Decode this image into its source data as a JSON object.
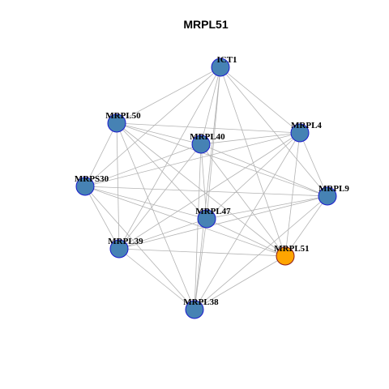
{
  "title": "MRPL51",
  "colors": {
    "node_fill": "#4682B4",
    "node_stroke": "#1a1acd",
    "highlight_fill": "#FFA500",
    "highlight_stroke": "#8B1A1A",
    "edge": "#b3b3b3"
  },
  "nodes": [
    {
      "id": "ICT1",
      "label": "ICT1",
      "highlight": false
    },
    {
      "id": "MRPL50",
      "label": "MRPL50",
      "highlight": false
    },
    {
      "id": "MRPL4",
      "label": "MRPL4",
      "highlight": false
    },
    {
      "id": "MRPL40",
      "label": "MRPL40",
      "highlight": false
    },
    {
      "id": "MRPS30",
      "label": "MRPS30",
      "highlight": false
    },
    {
      "id": "MRPL9",
      "label": "MRPL9",
      "highlight": false
    },
    {
      "id": "MRPL47",
      "label": "MRPL47",
      "highlight": false
    },
    {
      "id": "MRPL39",
      "label": "MRPL39",
      "highlight": false
    },
    {
      "id": "MRPL51",
      "label": "MRPL51",
      "highlight": true
    },
    {
      "id": "MRPL38",
      "label": "MRPL38",
      "highlight": false
    }
  ],
  "edges": [
    [
      "ICT1",
      "MRPL50"
    ],
    [
      "ICT1",
      "MRPL40"
    ],
    [
      "ICT1",
      "MRPS30"
    ],
    [
      "ICT1",
      "MRPL9"
    ],
    [
      "ICT1",
      "MRPL47"
    ],
    [
      "ICT1",
      "MRPL39"
    ],
    [
      "ICT1",
      "MRPL51"
    ],
    [
      "ICT1",
      "MRPL38"
    ],
    [
      "ICT1",
      "MRPL4"
    ],
    [
      "MRPL50",
      "MRPL4"
    ],
    [
      "MRPL50",
      "MRPL40"
    ],
    [
      "MRPL50",
      "MRPS30"
    ],
    [
      "MRPL50",
      "MRPL9"
    ],
    [
      "MRPL50",
      "MRPL47"
    ],
    [
      "MRPL50",
      "MRPL39"
    ],
    [
      "MRPL50",
      "MRPL51"
    ],
    [
      "MRPL50",
      "MRPL38"
    ],
    [
      "MRPL4",
      "MRPL40"
    ],
    [
      "MRPL4",
      "MRPS30"
    ],
    [
      "MRPL4",
      "MRPL9"
    ],
    [
      "MRPL4",
      "MRPL47"
    ],
    [
      "MRPL4",
      "MRPL39"
    ],
    [
      "MRPL4",
      "MRPL51"
    ],
    [
      "MRPL4",
      "MRPL38"
    ],
    [
      "MRPL40",
      "MRPS30"
    ],
    [
      "MRPL40",
      "MRPL9"
    ],
    [
      "MRPL40",
      "MRPL47"
    ],
    [
      "MRPL40",
      "MRPL39"
    ],
    [
      "MRPL40",
      "MRPL51"
    ],
    [
      "MRPL40",
      "MRPL38"
    ],
    [
      "MRPS30",
      "MRPL9"
    ],
    [
      "MRPS30",
      "MRPL47"
    ],
    [
      "MRPS30",
      "MRPL39"
    ],
    [
      "MRPS30",
      "MRPL51"
    ],
    [
      "MRPS30",
      "MRPL38"
    ],
    [
      "MRPL9",
      "MRPL47"
    ],
    [
      "MRPL9",
      "MRPL39"
    ],
    [
      "MRPL9",
      "MRPL51"
    ],
    [
      "MRPL9",
      "MRPL38"
    ],
    [
      "MRPL47",
      "MRPL39"
    ],
    [
      "MRPL47",
      "MRPL51"
    ],
    [
      "MRPL47",
      "MRPL38"
    ],
    [
      "MRPL39",
      "MRPL51"
    ],
    [
      "MRPL39",
      "MRPL38"
    ],
    [
      "MRPL51",
      "MRPL38"
    ]
  ]
}
